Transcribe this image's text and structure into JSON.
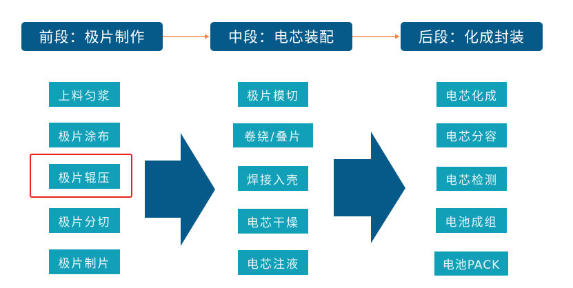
{
  "stages": [
    {
      "label": "前段：极片制作"
    },
    {
      "label": "中段：电芯装配"
    },
    {
      "label": "后段：化成封装"
    }
  ],
  "columns": [
    {
      "steps": [
        "上料匀浆",
        "极片涂布",
        "极片辊压",
        "极片分切",
        "极片制片"
      ]
    },
    {
      "steps": [
        "极片模切",
        "卷绕/叠片",
        "焊接入壳",
        "电芯干燥",
        "电芯注液"
      ]
    },
    {
      "steps": [
        "电芯化成",
        "电芯分容",
        "电芯检测",
        "电池成组",
        "电池PACK"
      ]
    }
  ],
  "highlighted_step": "极片辊压",
  "colors": {
    "stage_bg": "#065a8a",
    "step_bg": "#12a0b8",
    "connector": "#f08a4b",
    "big_arrow": "#065a8a",
    "highlight": "#e8231d"
  }
}
